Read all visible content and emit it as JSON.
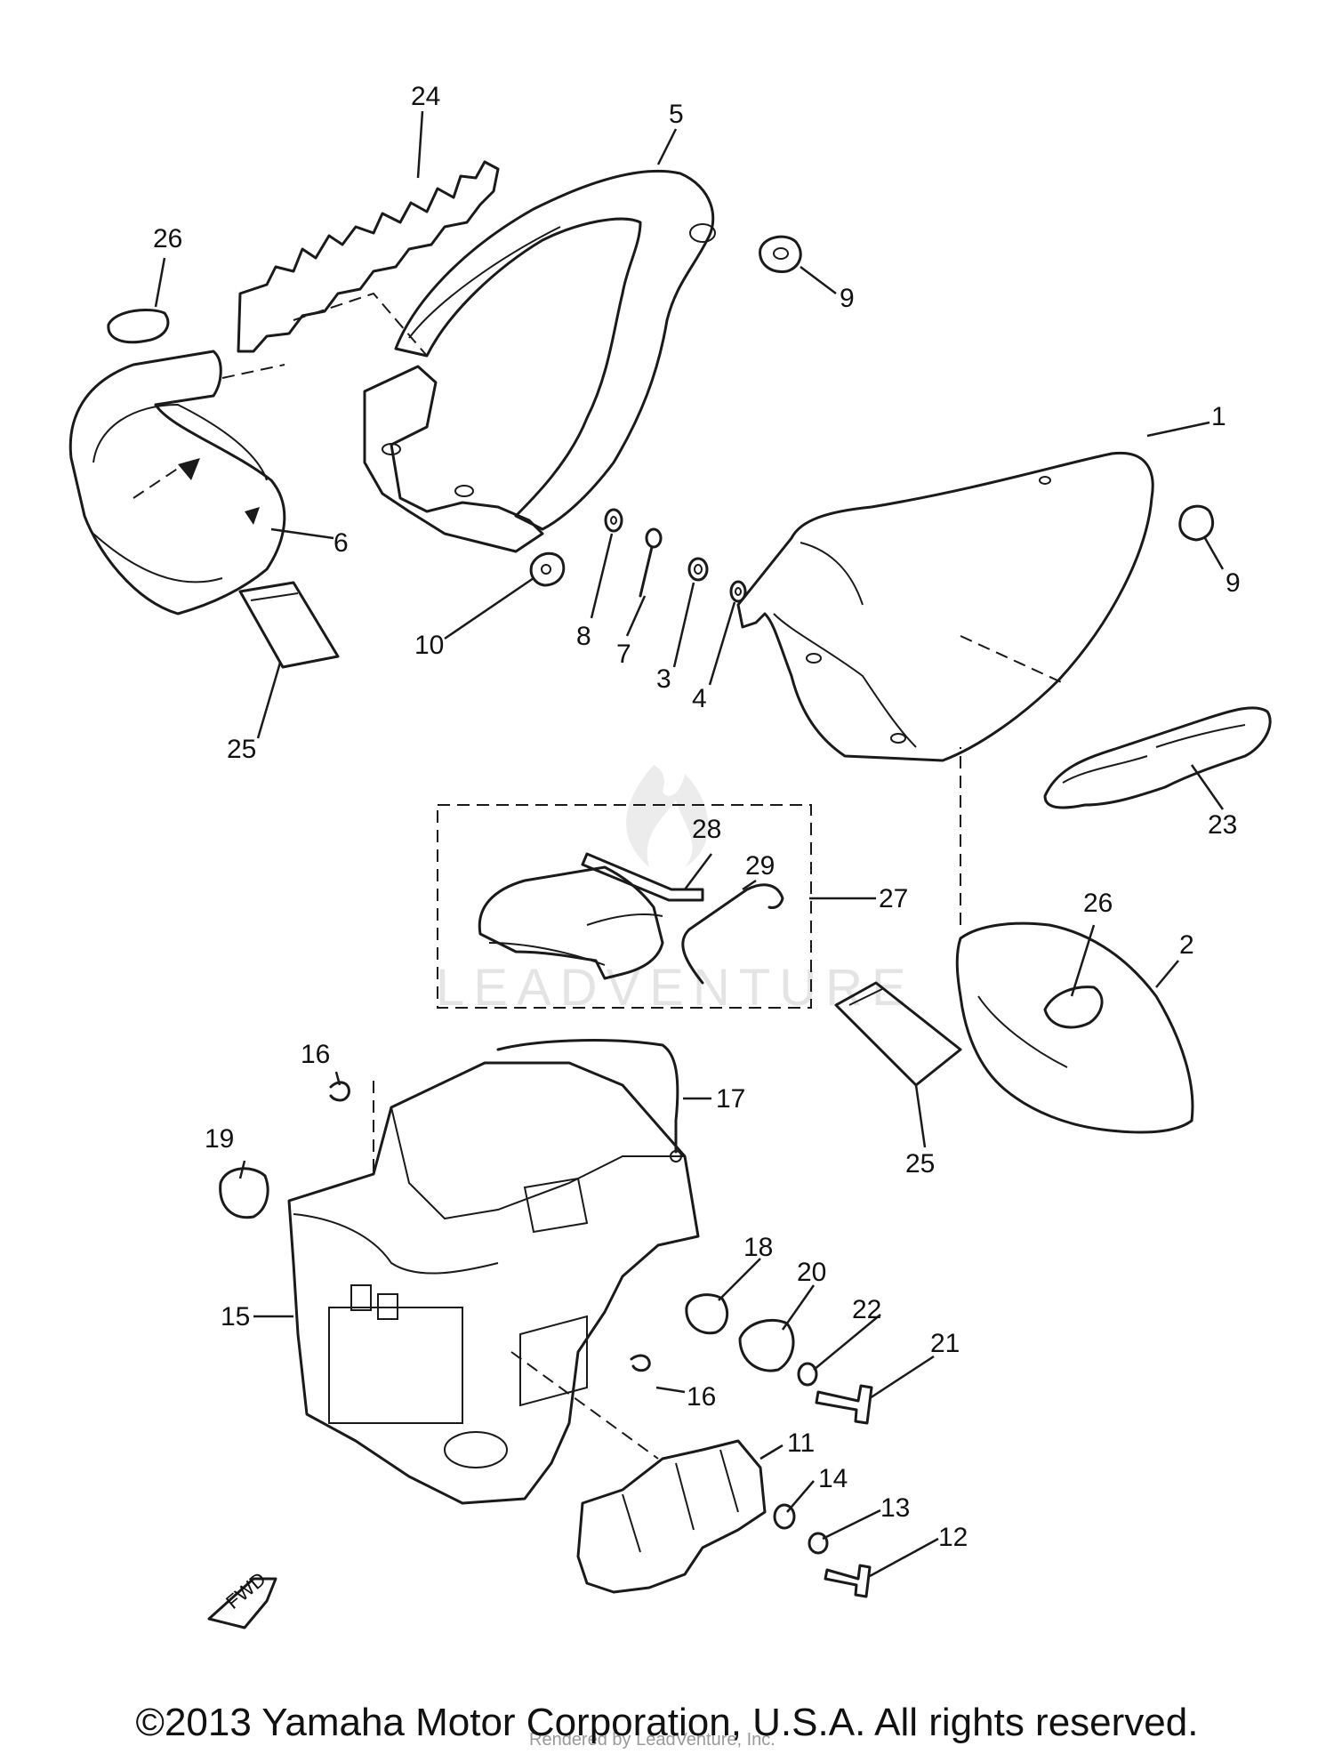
{
  "callouts": [
    {
      "id": "c1",
      "label": "1"
    },
    {
      "id": "c2",
      "label": "2"
    },
    {
      "id": "c3",
      "label": "3"
    },
    {
      "id": "c4",
      "label": "4"
    },
    {
      "id": "c5",
      "label": "5"
    },
    {
      "id": "c6",
      "label": "6"
    },
    {
      "id": "c7",
      "label": "7"
    },
    {
      "id": "c8",
      "label": "8"
    },
    {
      "id": "c9a",
      "label": "9"
    },
    {
      "id": "c9b",
      "label": "9"
    },
    {
      "id": "c10",
      "label": "10"
    },
    {
      "id": "c11",
      "label": "11"
    },
    {
      "id": "c12",
      "label": "12"
    },
    {
      "id": "c13",
      "label": "13"
    },
    {
      "id": "c14",
      "label": "14"
    },
    {
      "id": "c15",
      "label": "15"
    },
    {
      "id": "c16a",
      "label": "16"
    },
    {
      "id": "c16b",
      "label": "16"
    },
    {
      "id": "c17",
      "label": "17"
    },
    {
      "id": "c18",
      "label": "18"
    },
    {
      "id": "c19",
      "label": "19"
    },
    {
      "id": "c20",
      "label": "20"
    },
    {
      "id": "c21",
      "label": "21"
    },
    {
      "id": "c22",
      "label": "22"
    },
    {
      "id": "c23",
      "label": "23"
    },
    {
      "id": "c24",
      "label": "24"
    },
    {
      "id": "c25a",
      "label": "25"
    },
    {
      "id": "c25b",
      "label": "25"
    },
    {
      "id": "c26a",
      "label": "26"
    },
    {
      "id": "c26b",
      "label": "26"
    },
    {
      "id": "c27",
      "label": "27"
    },
    {
      "id": "c28",
      "label": "28"
    },
    {
      "id": "c29",
      "label": "29"
    }
  ],
  "fwd_label": "FWD",
  "watermark": "LEADVENTURE",
  "footer_small": "Rendered by LeadVenture, Inc.",
  "copyright": "©2013 Yamaha Motor Corporation, U.S.A. All rights reserved."
}
